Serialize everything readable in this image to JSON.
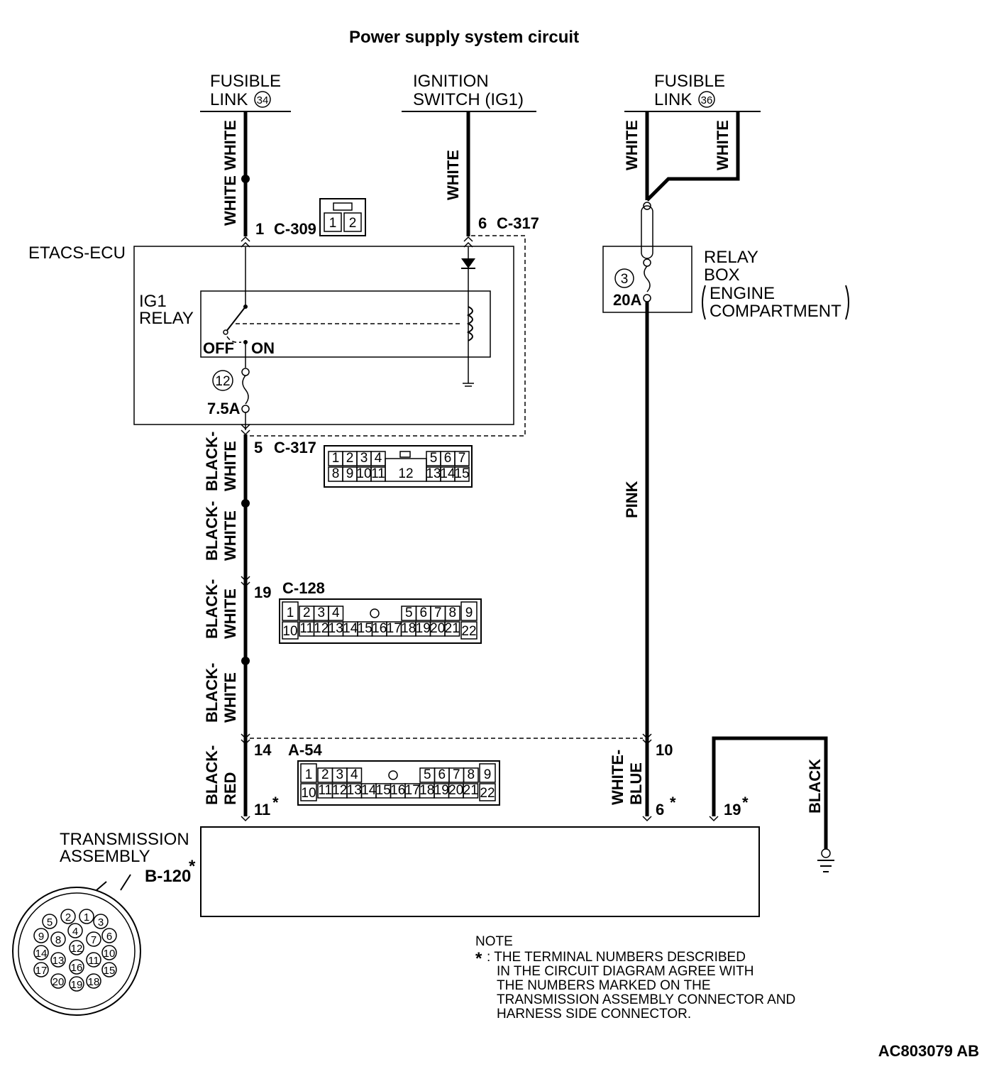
{
  "title": "Power supply system circuit",
  "sources": {
    "fusible_link_34": {
      "line1": "FUSIBLE",
      "line2": "LINK",
      "number": "34"
    },
    "ignition_switch": {
      "line1": "IGNITION",
      "line2": "SWITCH (IG1)"
    },
    "fusible_link_36": {
      "line1": "FUSIBLE",
      "line2": "LINK",
      "number": "36"
    }
  },
  "wire_colors": {
    "white": "WHITE",
    "black_white_1": "BLACK-",
    "black_white_2": "WHITE",
    "black_red_1": "BLACK-",
    "black_red_2": "RED",
    "white_blue_1": "WHITE-",
    "white_blue_2": "BLUE",
    "pink": "PINK",
    "black": "BLACK"
  },
  "etacs": {
    "label": "ETACS-ECU",
    "relay_line1": "IG1",
    "relay_line2": "RELAY",
    "off": "OFF",
    "on": "ON",
    "fuse_number": "12",
    "fuse_rating": "7.5A"
  },
  "relay_box": {
    "line1": "RELAY",
    "line2": "BOX",
    "line3": "ENGINE",
    "line4": "COMPARTMENT",
    "fuse_number": "3",
    "fuse_rating": "20A"
  },
  "terminals": {
    "c309_pin": "1",
    "c309_name": "C-309",
    "c317_top_pin": "6",
    "c317_top_name": "C-317",
    "c317_bottom_pin": "5",
    "c317_bottom_name": "C-317",
    "c128_pin": "19",
    "c128_name": "C-128",
    "a54_pin_left": "14",
    "a54_pin_right": "10",
    "a54_name": "A-54",
    "b120_pin_11": "11",
    "b120_pin_6": "6",
    "b120_pin_19": "19",
    "star": "*"
  },
  "connectors": {
    "c309_pins": [
      "1",
      "2"
    ],
    "c317_top_left": [
      "1",
      "2",
      "3",
      "4"
    ],
    "c317_top_right": [
      "5",
      "6",
      "7"
    ],
    "c317_bottom_left": [
      "8",
      "9",
      "10",
      "11"
    ],
    "c317_center": "12",
    "c317_bottom_right": [
      "13",
      "14",
      "15"
    ],
    "c128_top_left": "1",
    "c128_top": [
      "2",
      "3",
      "4"
    ],
    "c128_top_right": [
      "5",
      "6",
      "7",
      "8"
    ],
    "c128_top_far": "9",
    "c128_bottom_left": "10",
    "c128_bottom": [
      "11",
      "12",
      "13",
      "14",
      "15",
      "16",
      "17",
      "18",
      "19",
      "20",
      "21"
    ],
    "c128_bottom_far": "22",
    "a54_top_left": "1",
    "a54_top": [
      "2",
      "3",
      "4"
    ],
    "a54_top_right": [
      "5",
      "6",
      "7",
      "8"
    ],
    "a54_top_far": "9",
    "a54_bottom_left": "10",
    "a54_bottom": [
      "11",
      "12",
      "13",
      "14",
      "15",
      "16",
      "17",
      "18",
      "19",
      "20",
      "21"
    ],
    "a54_bottom_far": "22",
    "b120_pins": [
      "1",
      "2",
      "3",
      "4",
      "5",
      "6",
      "7",
      "8",
      "9",
      "10",
      "11",
      "12",
      "13",
      "14",
      "15",
      "16",
      "17",
      "18",
      "19",
      "20"
    ]
  },
  "transmission": {
    "line1": "TRANSMISSION",
    "line2": "ASSEMBLY",
    "connector": "B-120",
    "star": "*"
  },
  "note": {
    "heading": "NOTE",
    "star": "*",
    "lines": [
      ": THE TERMINAL NUMBERS DESCRIBED",
      "IN THE CIRCUIT DIAGRAM AGREE WITH",
      "THE NUMBERS MARKED ON THE",
      "TRANSMISSION ASSEMBLY CONNECTOR AND",
      "HARNESS SIDE CONNECTOR."
    ]
  },
  "figure_code": "AC803079 AB"
}
